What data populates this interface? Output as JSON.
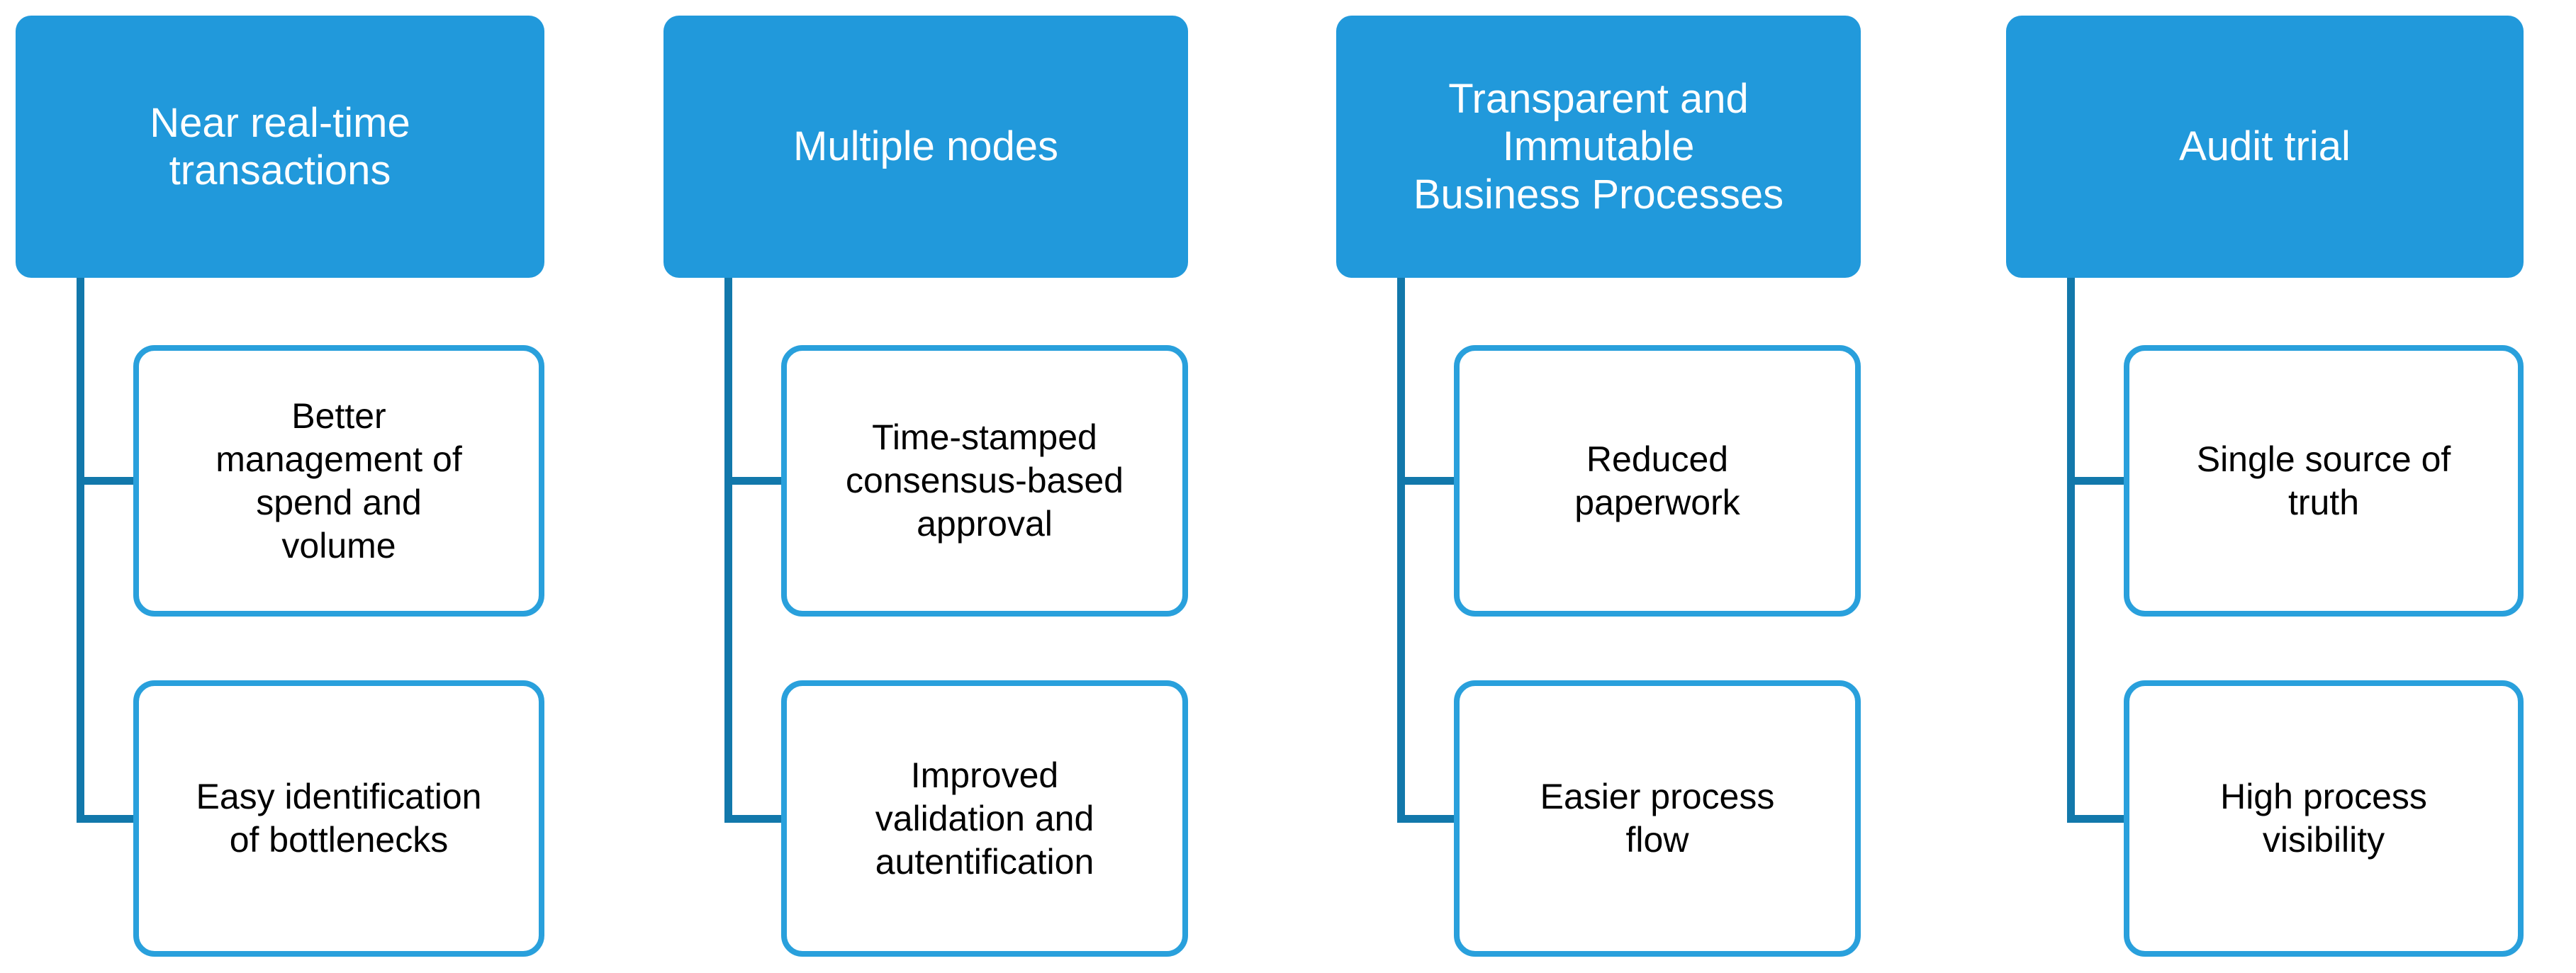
{
  "diagram": {
    "type": "tree-chart",
    "orientation": "horizontal-columns",
    "column_count": 4,
    "children_per_column": 2,
    "colors": {
      "header_fill": "#2199DB",
      "header_text": "#FFFFFF",
      "connector_line": "#1278AB",
      "child_border": "#29A0DC",
      "child_fill": "#FFFFFF",
      "child_text": "#000000",
      "background": "#FFFFFF"
    },
    "columns": [
      {
        "id": "near-real-time-transactions",
        "header": "Near real-time\ntransactions",
        "children": [
          {
            "id": "better-management-of-spend-and-volume",
            "label": "Better\nmanagement of\nspend and\nvolume"
          },
          {
            "id": "easy-identification-of-bottlenecks",
            "label": "Easy identification\nof bottlenecks"
          }
        ]
      },
      {
        "id": "multiple-nodes",
        "header": "Multiple nodes",
        "children": [
          {
            "id": "time-stamped-consensus-based-approval",
            "label": "Time-stamped\nconsensus-based\napproval"
          },
          {
            "id": "improved-validation-and-autentification",
            "label": "Improved\nvalidation and\nautentification"
          }
        ]
      },
      {
        "id": "transparent-and-immutable-business-processes",
        "header": "Transparent and\nImmutable\nBusiness Processes",
        "children": [
          {
            "id": "reduced-paperwork",
            "label": "Reduced\npaperwork"
          },
          {
            "id": "easier-process-flow",
            "label": "Easier process\nflow"
          }
        ]
      },
      {
        "id": "audit-trial",
        "header": "Audit trial",
        "children": [
          {
            "id": "single-source-of-truth",
            "label": "Single source of\ntruth"
          },
          {
            "id": "high-process-visibility",
            "label": "High process\nvisibility"
          }
        ]
      }
    ]
  }
}
